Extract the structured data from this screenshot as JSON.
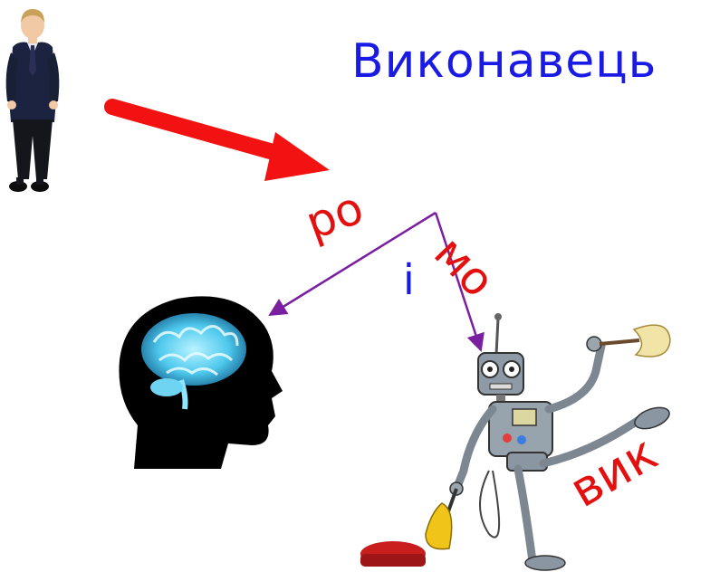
{
  "title": "Виконавець",
  "fragments": {
    "ro": "ро",
    "i": "і",
    "mo": "мо",
    "vyk": "вик"
  },
  "colors": {
    "blue": "#1a1ae6",
    "red": "#e41010",
    "purple": "#7a1fa0"
  },
  "images": [
    "boy-in-suit",
    "human-head-with-brain",
    "robot-with-vacuum-and-duster"
  ]
}
